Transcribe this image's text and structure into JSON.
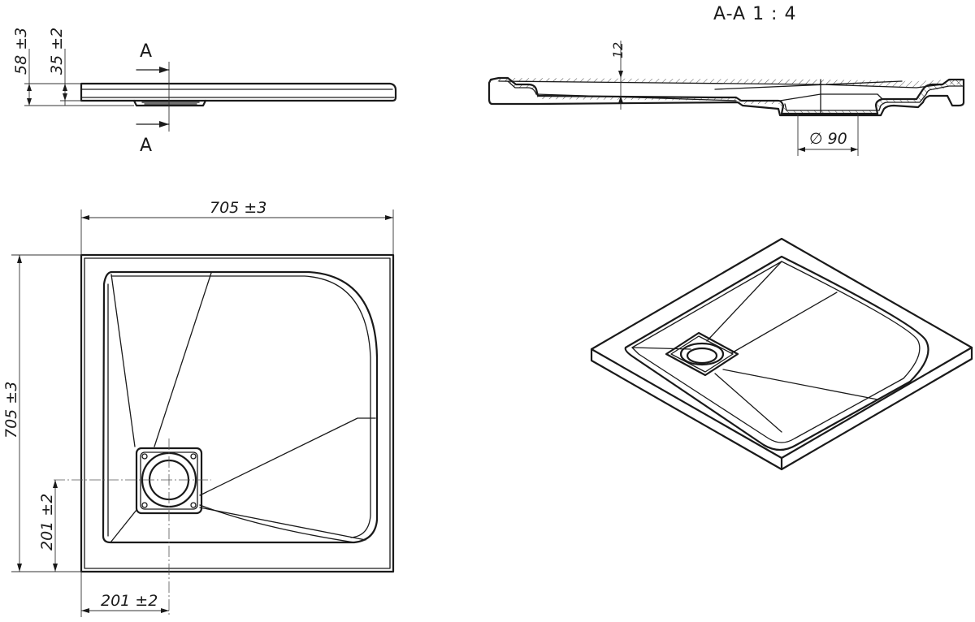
{
  "section_title": "A-A 1 : 4",
  "section_markers": {
    "top": "A",
    "bottom": "A"
  },
  "dimensions": {
    "total_height": "58 ±3",
    "tray_height": "35 ±2",
    "wall_thickness": "12",
    "drain_diameter": "∅ 90",
    "width": "705 ±3",
    "depth": "705 ±3",
    "drain_offset_y": "201 ±2",
    "drain_offset_x": "201 ±2"
  }
}
